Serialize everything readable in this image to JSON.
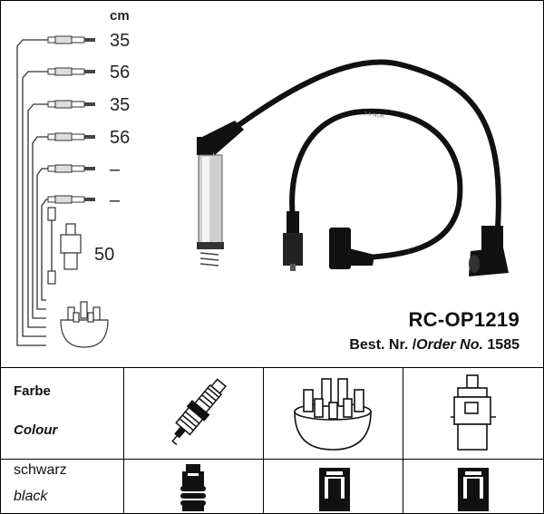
{
  "diagram": {
    "unit_label": "cm",
    "lead_lengths": [
      "35",
      "56",
      "35",
      "56",
      "–",
      "–"
    ],
    "coil_lead_length": "50",
    "model": "RC-OP1219",
    "order_prefix": "Best. Nr. /",
    "order_label_italic": "Order No.",
    "order_number": "1585",
    "cable_print": "2.5 NGK"
  },
  "table": {
    "farbe_label": "Farbe",
    "colour_label": "Colour",
    "color_de": "schwarz",
    "color_en": "black"
  }
}
